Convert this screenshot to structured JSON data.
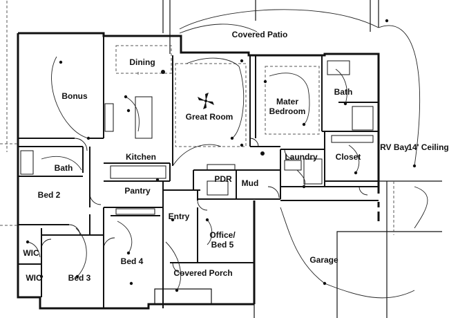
{
  "rooms": {
    "covered_patio": "Covered Patio",
    "dining": "Dining",
    "bonus": "Bonus",
    "great_room": "Great Room",
    "master_bedroom_line1": "Mater",
    "master_bedroom_line2": "Bedroom",
    "bath_master": "Bath",
    "rv_bay": "RV Bay",
    "ceiling_height": "14' Ceiling",
    "kitchen": "Kitchen",
    "laundry": "Laundry",
    "closet": "Closet",
    "bath_hall": "Bath",
    "bed2": "Bed 2",
    "pantry": "Pantry",
    "pdr": "PDR",
    "mud": "Mud",
    "entry": "Entry",
    "office_line1": "Office/",
    "office_line2": "Bed 5",
    "wic_upper": "WIC",
    "wic_lower": "WIC",
    "bed4": "Bed 4",
    "bed3": "Bed 3",
    "garage": "Garage",
    "covered_porch": "Covered Porch"
  },
  "colors": {
    "wall": "#111111",
    "dashed": "#555555",
    "wiring": "#222222",
    "text": "#111111"
  }
}
